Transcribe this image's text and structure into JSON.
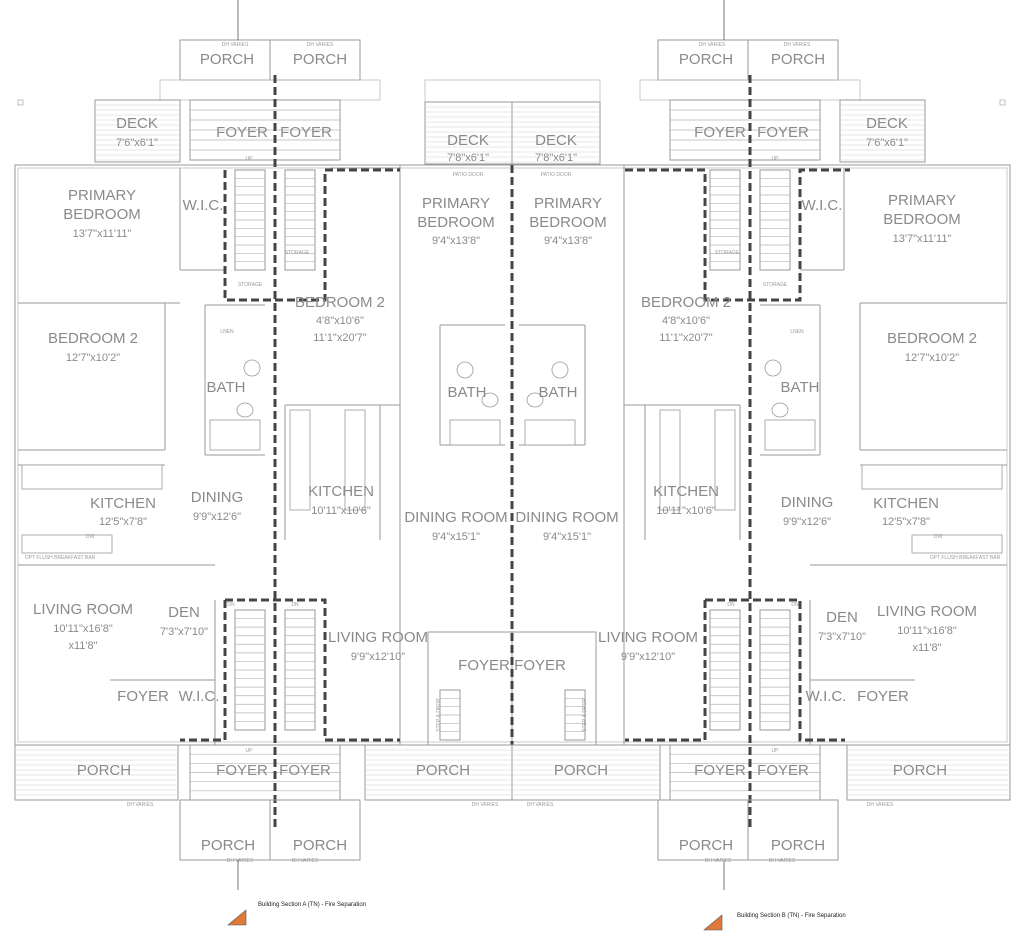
{
  "rooms": {
    "porch_ul1": "PORCH",
    "porch_ul2": "PORCH",
    "porch_ur1": "PORCH",
    "porch_ur2": "PORCH",
    "deck_l": "DECK",
    "deck_l_dim": "7'6\"x6'1\"",
    "foyer_tl1": "FOYER",
    "foyer_tl2": "FOYER",
    "deck_cl": "DECK",
    "deck_cl_dim": "7'8\"x6'1\"",
    "deck_cr": "DECK",
    "deck_cr_dim": "7'8\"x6'1\"",
    "foyer_tr1": "FOYER",
    "foyer_tr2": "FOYER",
    "deck_r": "DECK",
    "deck_r_dim": "7'6\"x6'1\"",
    "pb_l_1": "PRIMARY",
    "pb_l_2": "BEDROOM",
    "pb_l_dim": "13'7\"x11'11\"",
    "wic_l": "W.I.C.",
    "pb_cl_1": "PRIMARY",
    "pb_cl_2": "BEDROOM",
    "pb_cl_dim": "9'4\"x13'8\"",
    "pb_cr_1": "PRIMARY",
    "pb_cr_2": "BEDROOM",
    "pb_cr_dim": "9'4\"x13'8\"",
    "wic_r": "W.I.C.",
    "pb_r_1": "PRIMARY",
    "pb_r_2": "BEDROOM",
    "pb_r_dim": "13'7\"x11'11\"",
    "bed2_l": "BEDROOM 2",
    "bed2_l_dim": "12'7\"x10'2\"",
    "bed2_cl": "BEDROOM 2",
    "bed2_cl_dim1": "4'8\"x10'6\"",
    "bed2_cl_dim2": "11'1\"x20'7\"",
    "bed2_cr": "BEDROOM 2",
    "bed2_cr_dim1": "4'8\"x10'6\"",
    "bed2_cr_dim2": "11'1\"x20'7\"",
    "bed2_r": "BEDROOM 2",
    "bed2_r_dim": "12'7\"x10'2\"",
    "bath_1": "BATH",
    "bath_2": "BATH",
    "bath_3": "BATH",
    "bath_4": "BATH",
    "kitchen_l": "KITCHEN",
    "kitchen_l_dim": "12'5\"x7'8\"",
    "dining_l": "DINING",
    "dining_l_dim": "9'9\"x12'6\"",
    "kitchen_cl": "KITCHEN",
    "kitchen_cl_dim": "10'11\"x10'6\"",
    "dr_l": "DINING ROOM",
    "dr_l_dim": "9'4\"x15'1\"",
    "dr_r": "DINING ROOM",
    "dr_r_dim": "9'4\"x15'1\"",
    "kitchen_cr": "KITCHEN",
    "kitchen_cr_dim": "10'11\"x10'6\"",
    "dining_r": "DINING",
    "dining_r_dim": "9'9\"x12'6\"",
    "kitchen_r": "KITCHEN",
    "kitchen_r_dim": "12'5\"x7'8\"",
    "lr_l": "LIVING ROOM",
    "lr_l_dim1": "10'11\"x16'8\"",
    "lr_l_dim2": "x11'8\"",
    "den_l": "DEN",
    "den_l_dim": "7'3\"x7'10\"",
    "lr_cl": "LIVING ROOM",
    "lr_cl_dim": "9'9\"x12'10\"",
    "foyer_c1": "FOYER",
    "foyer_c2": "FOYER",
    "lr_cr": "LIVING ROOM",
    "lr_cr_dim": "9'9\"x12'10\"",
    "den_r": "DEN",
    "den_r_dim": "7'3\"x7'10\"",
    "lr_r": "LIVING ROOM",
    "lr_r_dim1": "10'11\"x16'8\"",
    "lr_r_dim2": "x11'8\"",
    "foyer_bl": "FOYER",
    "wic_bl": "W.I.C.",
    "wic_br": "W.I.C.",
    "foyer_br": "FOYER",
    "porch_b1": "PORCH",
    "foyer_b1": "FOYER",
    "foyer_b2": "FOYER",
    "porch_b2": "PORCH",
    "porch_b3": "PORCH",
    "foyer_b3": "FOYER",
    "foyer_b4": "FOYER",
    "porch_b4": "PORCH",
    "porch_bl1": "PORCH",
    "porch_bl2": "PORCH",
    "porch_br1": "PORCH",
    "porch_br2": "PORCH"
  },
  "notes": {
    "storage": "STORAGE",
    "patio_door": "PATIO DOOR",
    "dw": "DW",
    "up": "UP",
    "dn": "DN",
    "lnen": "LNEN",
    "dh_varies": "DH VARIES",
    "bar": "OPT FLUSH BREAKFAST BAR",
    "step": "STEP & DROP"
  },
  "captions": {
    "section_a": "Building Section A (TN) - Fire Separation",
    "section_b": "Building Section B (TN) - Fire Separation"
  },
  "colors": {
    "line": "#9a9a9a",
    "text": "#8a8a8a",
    "fire_separation": "#444444",
    "marker": "#e07a3a"
  }
}
